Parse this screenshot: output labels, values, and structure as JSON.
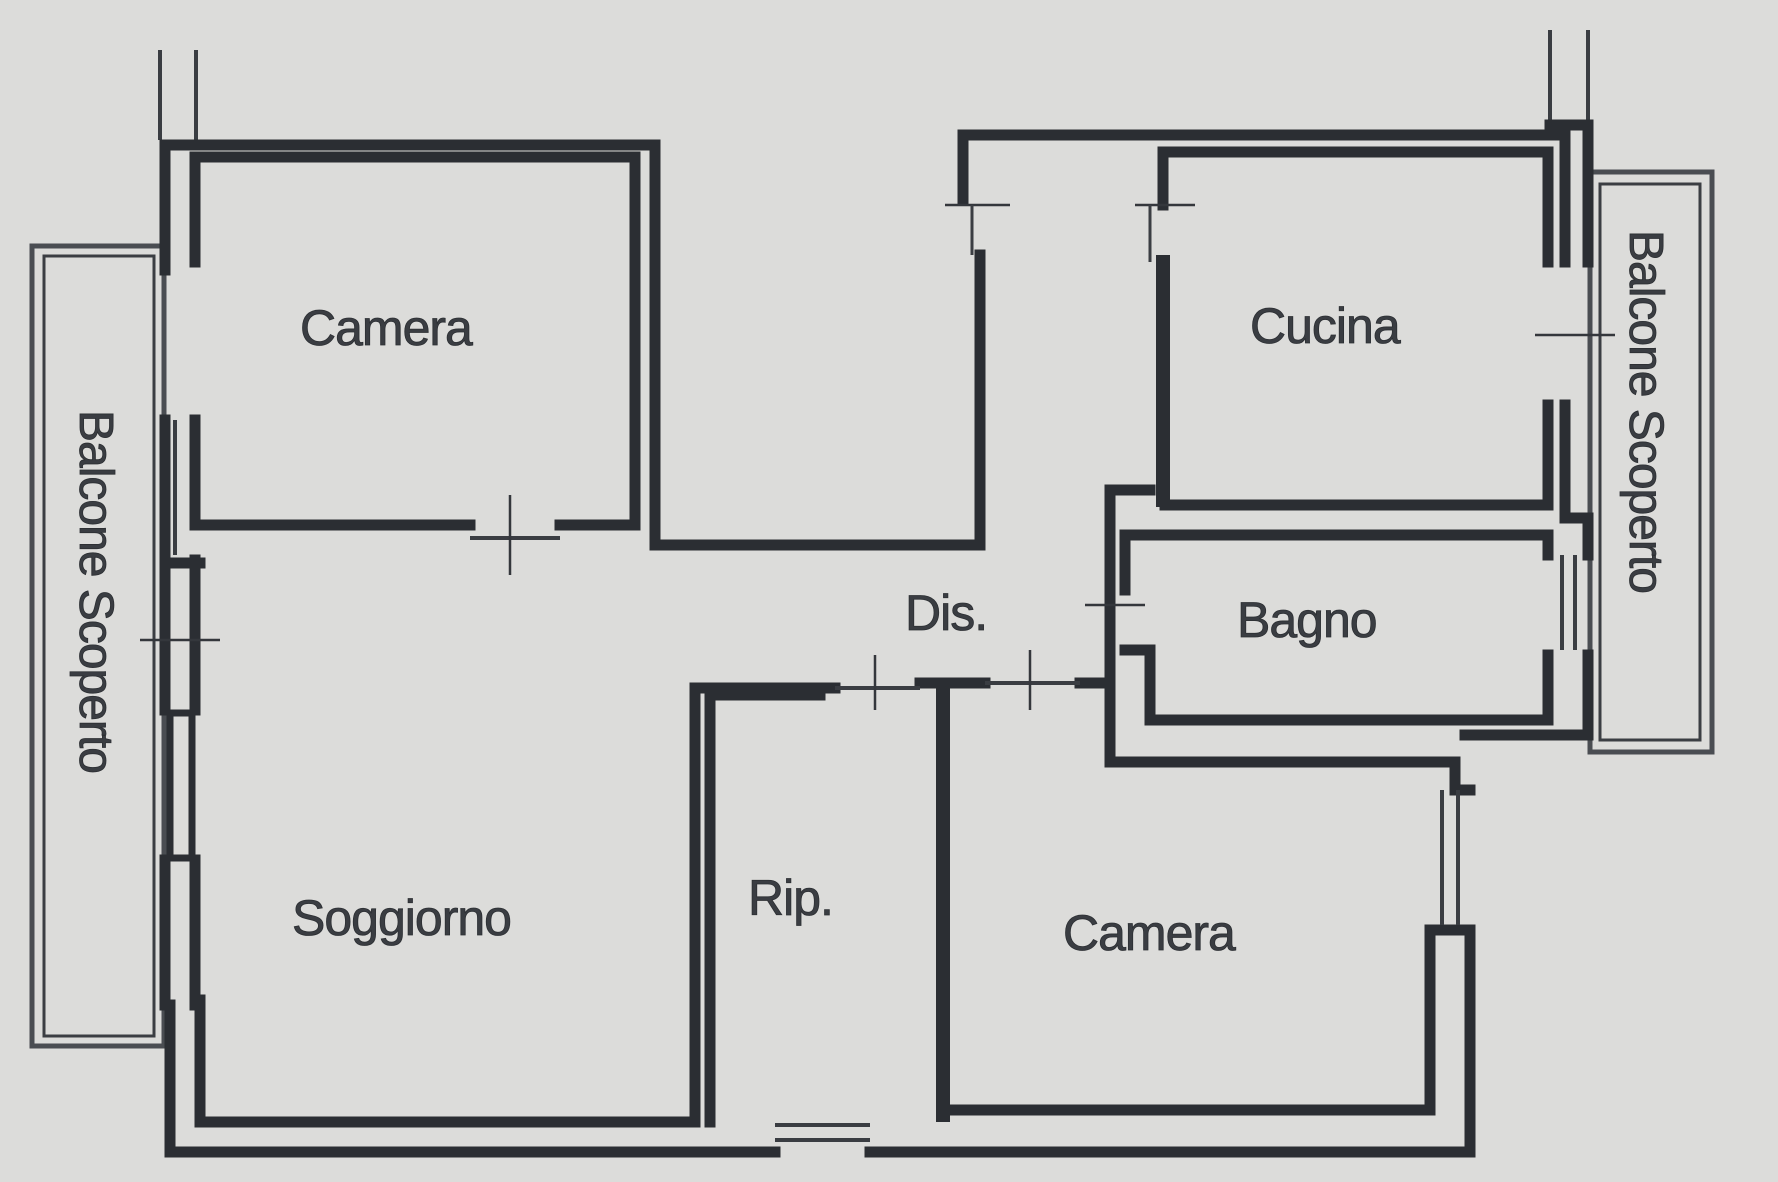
{
  "rooms": {
    "camera_top": "Camera",
    "cucina": "Cucina",
    "bagno": "Bagno",
    "dis": "Dis.",
    "soggiorno": "Soggiorno",
    "rip": "Rip.",
    "camera_bottom": "Camera"
  },
  "balconies": {
    "left": "Balcone Scoperto",
    "right": "Balcone Scoperto"
  }
}
